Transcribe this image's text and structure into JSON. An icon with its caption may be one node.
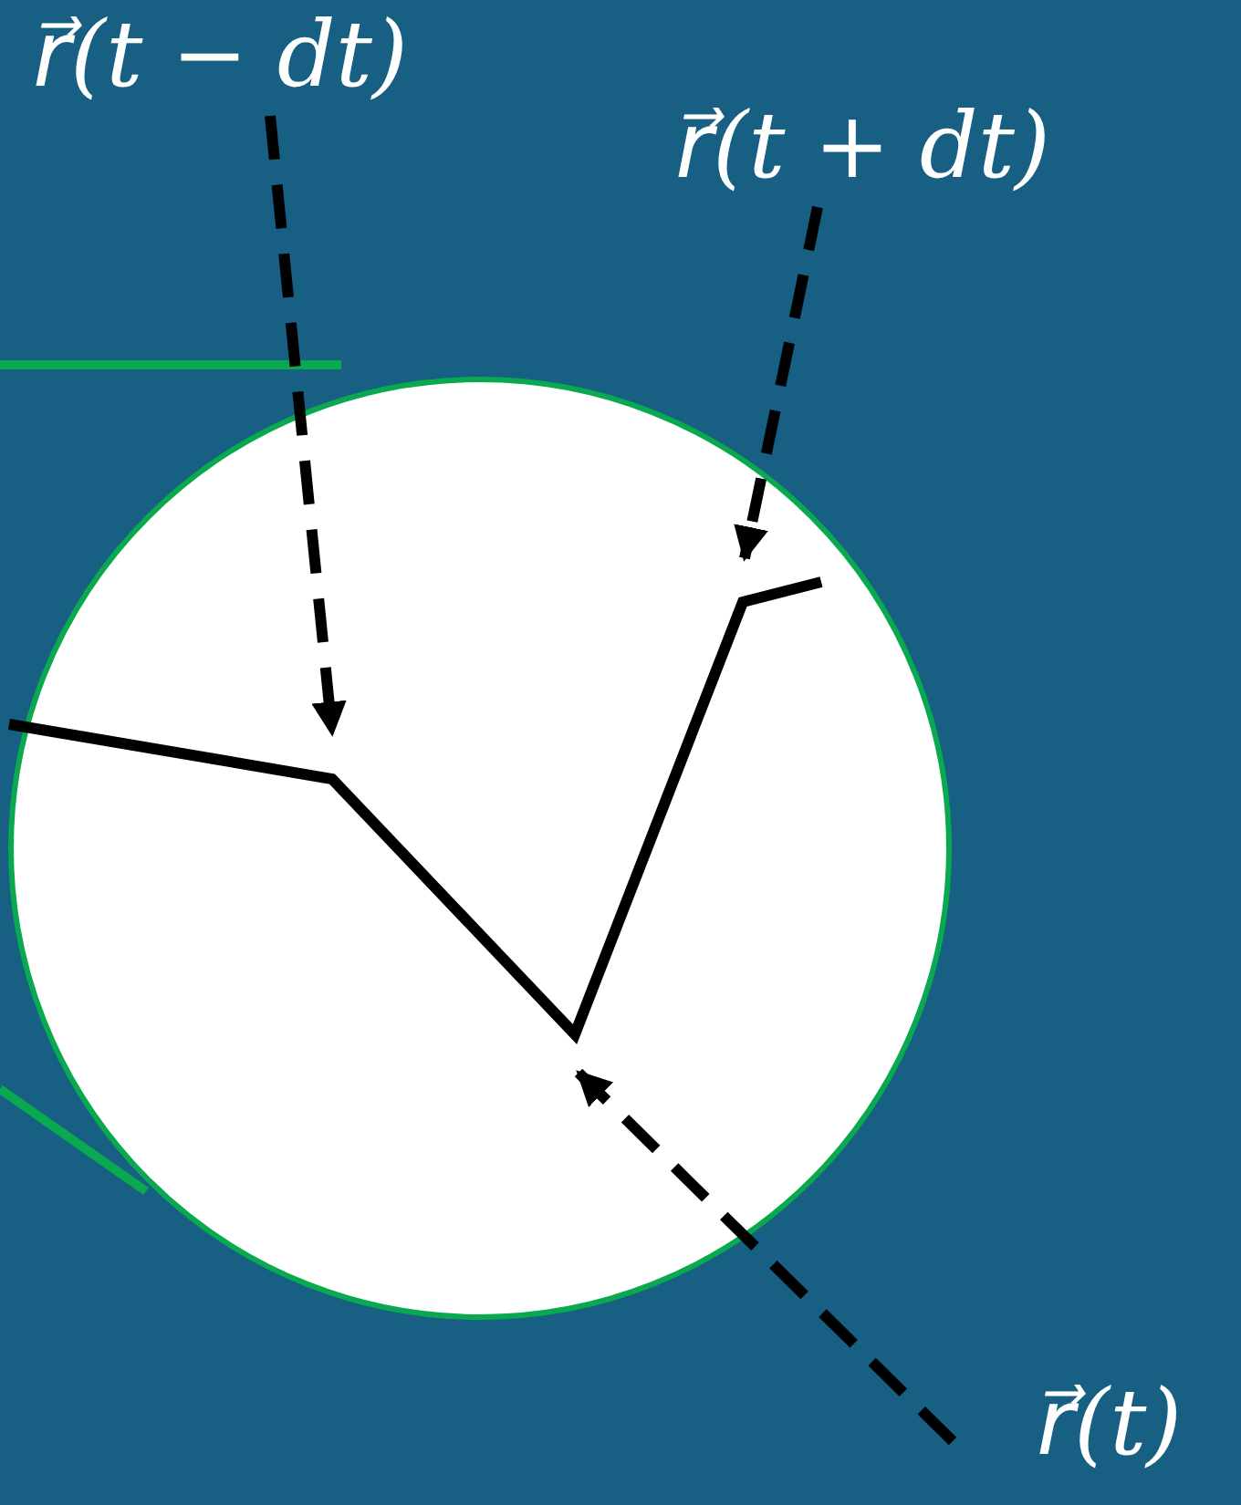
{
  "diagram": {
    "nodes": [
      {
        "text": [
          "r⃗(t − dt)"
        ]
      },
      {
        "text": [
          "r⃗(t + dt)"
        ]
      },
      {
        "text": [
          "r⃗(t)"
        ]
      }
    ],
    "edges": [
      {
        "from": 0,
        "to": null,
        "arrow": "to",
        "style": "dashed"
      },
      {
        "from": 1,
        "to": null,
        "arrow": "to",
        "style": "dashed"
      },
      {
        "from": 2,
        "to": null,
        "arrow": "to",
        "style": "dashed"
      }
    ]
  }
}
